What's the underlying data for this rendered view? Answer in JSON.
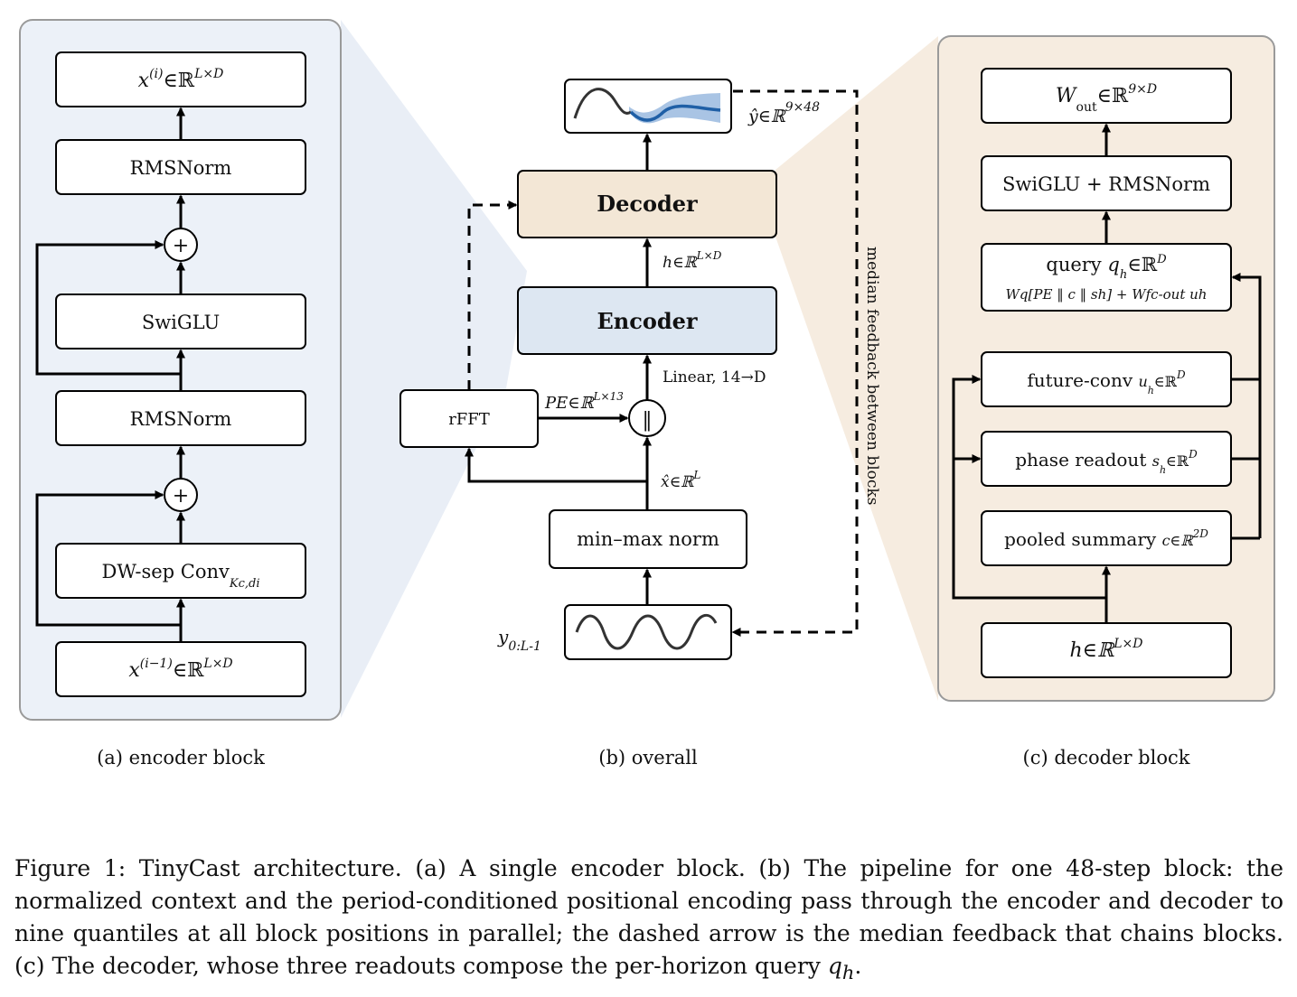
{
  "panel_a": {
    "caption": "(a) encoder block",
    "out_base": "x",
    "out_sup": "(i)",
    "out_rest": "∈ℝ",
    "out_exp": "L×D",
    "rmsnorm_top": "RMSNorm",
    "plus_top": "+",
    "swiglu": "SwiGLU",
    "rmsnorm_mid": "RMSNorm",
    "plus_bottom": "+",
    "dwconv_main": "DW-sep Conv",
    "dwconv_sub": "Kc,di",
    "in_base": "x",
    "in_sup": "(i−1)",
    "in_rest": "∈ℝ",
    "in_exp": "L×D"
  },
  "panel_b": {
    "caption": "(b) overall",
    "yhat_base": "ŷ∈ℝ",
    "yhat_exp": "9×48",
    "decoder": "Decoder",
    "h_base": "h∈ℝ",
    "h_exp": "L×D",
    "encoder": "Encoder",
    "linear": "Linear, 14→D",
    "concat": "‖",
    "rfft": "rFFT",
    "pe_base": "PE∈ℝ",
    "pe_exp": "L×13",
    "xhat_base": "x̂∈ℝ",
    "xhat_exp": "L",
    "minmax": "min–max norm",
    "y_base": "y",
    "y_sub": "0:L-1",
    "feedback": "median feedback between blocks"
  },
  "panel_c": {
    "caption": "(c) decoder block",
    "wout_base": "W",
    "wout_sub": "out",
    "wout_rest": "∈ℝ",
    "wout_exp": "9×D",
    "swiglu_rms": "SwiGLU + RMSNorm",
    "query_word": "query ",
    "query_q": "q",
    "query_sub": "h",
    "query_rest": "∈ℝ",
    "query_exp": "D",
    "query_formula": "Wq[PE ‖ c ‖ sh] + Wfc-out uh",
    "future_conv": "future-conv ",
    "future_u": "u",
    "future_sub": "h",
    "future_rest": "∈ℝ",
    "future_exp": "D",
    "phase": "phase readout ",
    "phase_s": "s",
    "phase_sub": "h",
    "phase_rest": "∈ℝ",
    "phase_exp": "D",
    "pooled": "pooled summary ",
    "pooled_c": "c∈ℝ",
    "pooled_exp": "2D",
    "h_in": "h∈ℝ",
    "h_in_exp": "L×D"
  },
  "figure_caption": {
    "line1": "Figure 1: TinyCast architecture. (a) A single encoder block. (b) The pipeline for one 48-step block: the normalized context and the period-conditioned positional encoding pass through the encoder and decoder to nine quantiles at all block positions in parallel; the dashed arrow is the median feedback that chains blocks. (c) The decoder, whose three readouts compose the per-horizon query ",
    "q": "q",
    "q_sub": "h",
    "end": "."
  },
  "colors": {
    "panel_a_fill": "#ecf1f8",
    "panel_c_fill": "#f6ece0",
    "decoder_fill": "#f3e7d6",
    "encoder_fill": "#dde7f2",
    "fan_left": "#e9eef6",
    "fan_right": "#f6ece0",
    "forecast_line": "#1f5fa6",
    "forecast_band": "#a9c4e4"
  }
}
